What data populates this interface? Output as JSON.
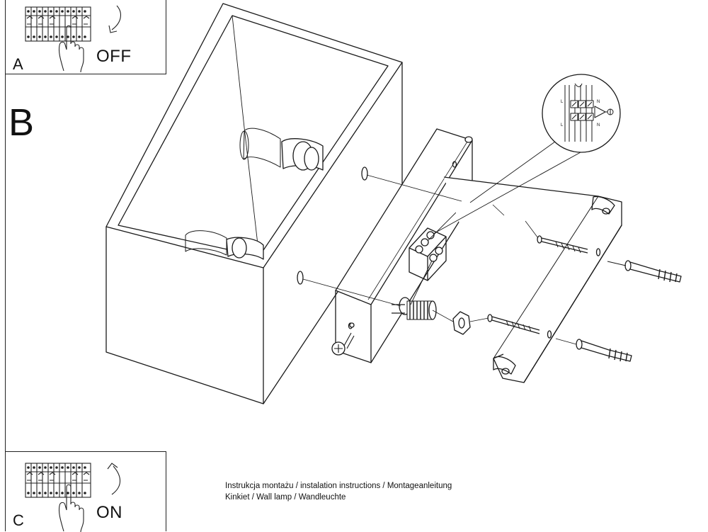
{
  "panel_a": {
    "step": "A",
    "state": "OFF"
  },
  "panel_b": {
    "step": "B"
  },
  "panel_c": {
    "step": "C",
    "state": "ON"
  },
  "wiring_detail": {
    "terminal_labels": [
      "L",
      "N",
      "L",
      "N"
    ]
  },
  "caption": {
    "line1": "Instrukcja montażu / instalation instructions / Montageanleitung",
    "line2": "Kinkiet / Wall lamp / Wandleuchte"
  }
}
